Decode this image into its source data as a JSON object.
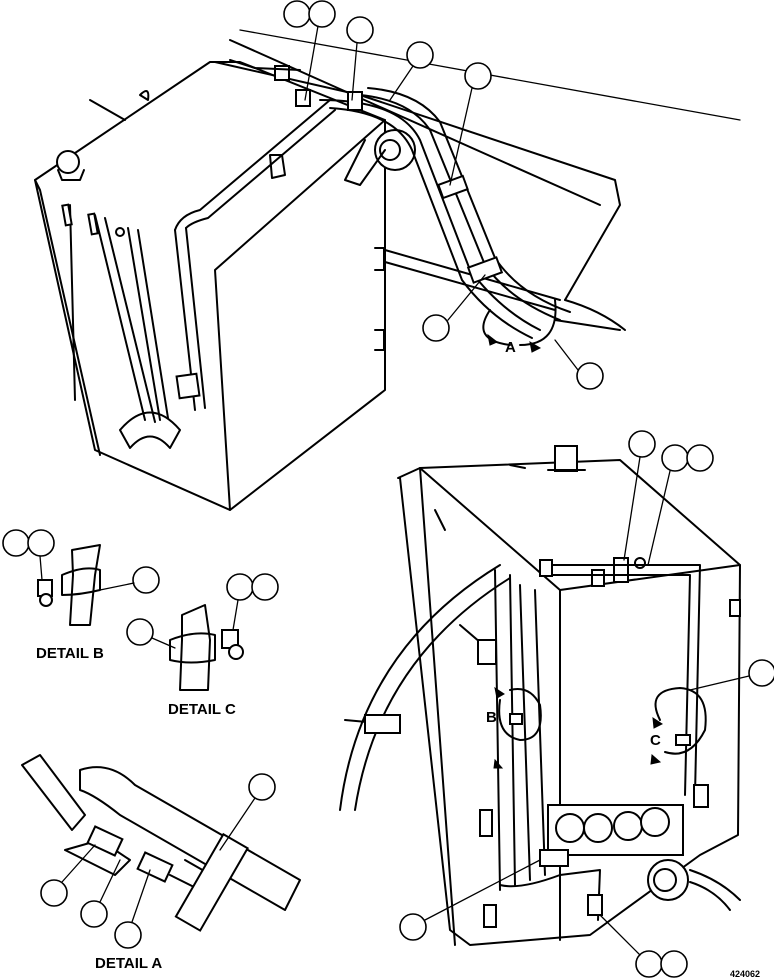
{
  "labels": {
    "detail_a": "DETAIL A",
    "detail_b": "DETAIL B",
    "detail_c": "DETAIL C",
    "view_a": "A",
    "view_b": "B",
    "view_c": "C",
    "drawing_number": "424062"
  }
}
